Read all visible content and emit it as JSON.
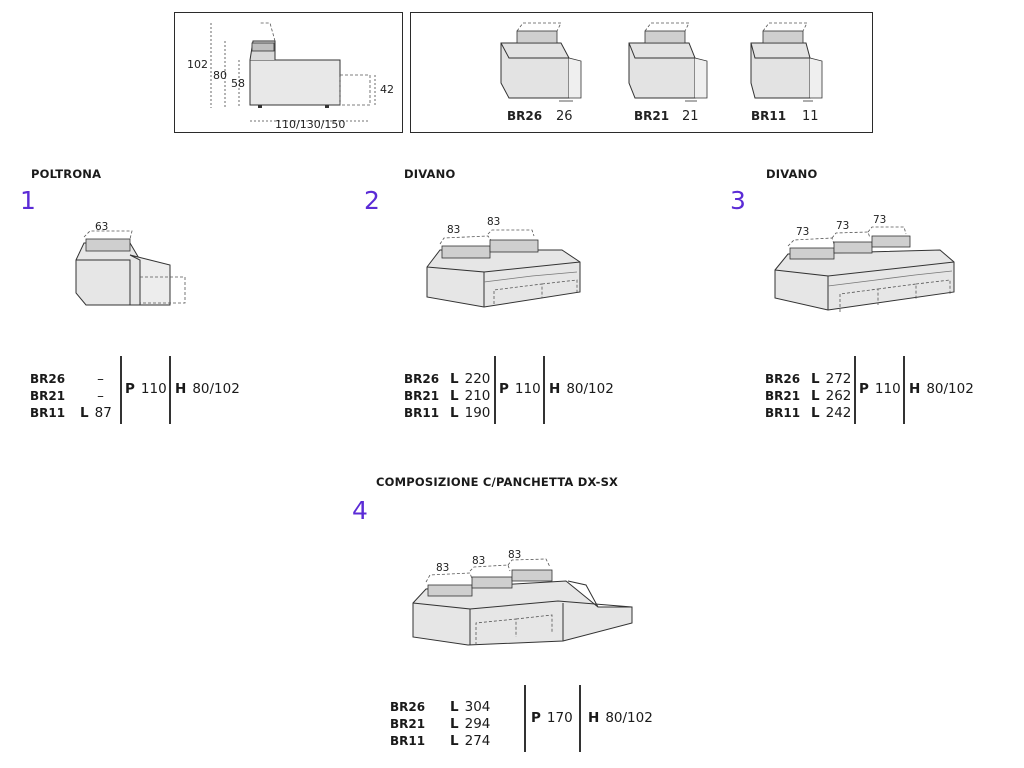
{
  "side_view": {
    "h_total": "102",
    "h_back": "80",
    "h_seat": "58",
    "h_ext": "42",
    "depth": "110/130/150"
  },
  "arm_types": [
    {
      "code": "BR26",
      "width": "26"
    },
    {
      "code": "BR21",
      "width": "21"
    },
    {
      "code": "BR11",
      "width": "11"
    }
  ],
  "items": [
    {
      "number": "1",
      "title": "POLTRONA",
      "seat_widths": [
        "63"
      ],
      "codes": [
        "BR26",
        "BR21",
        "BR11"
      ],
      "lengths": [
        "–",
        "–",
        "87"
      ],
      "show_l": [
        false,
        false,
        true
      ],
      "depth_label": "P",
      "depth": "110",
      "height_label": "H",
      "height": "80/102"
    },
    {
      "number": "2",
      "title": "DIVANO",
      "seat_widths": [
        "83",
        "83"
      ],
      "codes": [
        "BR26",
        "BR21",
        "BR11"
      ],
      "lengths": [
        "220",
        "210",
        "190"
      ],
      "show_l": [
        true,
        true,
        true
      ],
      "depth_label": "P",
      "depth": "110",
      "height_label": "H",
      "height": "80/102"
    },
    {
      "number": "3",
      "title": "DIVANO",
      "seat_widths": [
        "73",
        "73",
        "73"
      ],
      "codes": [
        "BR26",
        "BR21",
        "BR11"
      ],
      "lengths": [
        "272",
        "262",
        "242"
      ],
      "show_l": [
        true,
        true,
        true
      ],
      "depth_label": "P",
      "depth": "110",
      "height_label": "H",
      "height": "80/102"
    },
    {
      "number": "4",
      "title": "COMPOSIZIONE C/PANCHETTA DX-SX",
      "seat_widths": [
        "83",
        "83",
        "83"
      ],
      "codes": [
        "BR26",
        "BR21",
        "BR11"
      ],
      "lengths": [
        "304",
        "294",
        "274"
      ],
      "show_l": [
        true,
        true,
        true
      ],
      "depth_label": "P",
      "depth": "170",
      "height_label": "H",
      "height": "80/102"
    }
  ],
  "length_label": "L",
  "colors": {
    "accent_number": "#5b2bd6",
    "line": "#2b2b2b",
    "fill": "#e6e6e6"
  }
}
